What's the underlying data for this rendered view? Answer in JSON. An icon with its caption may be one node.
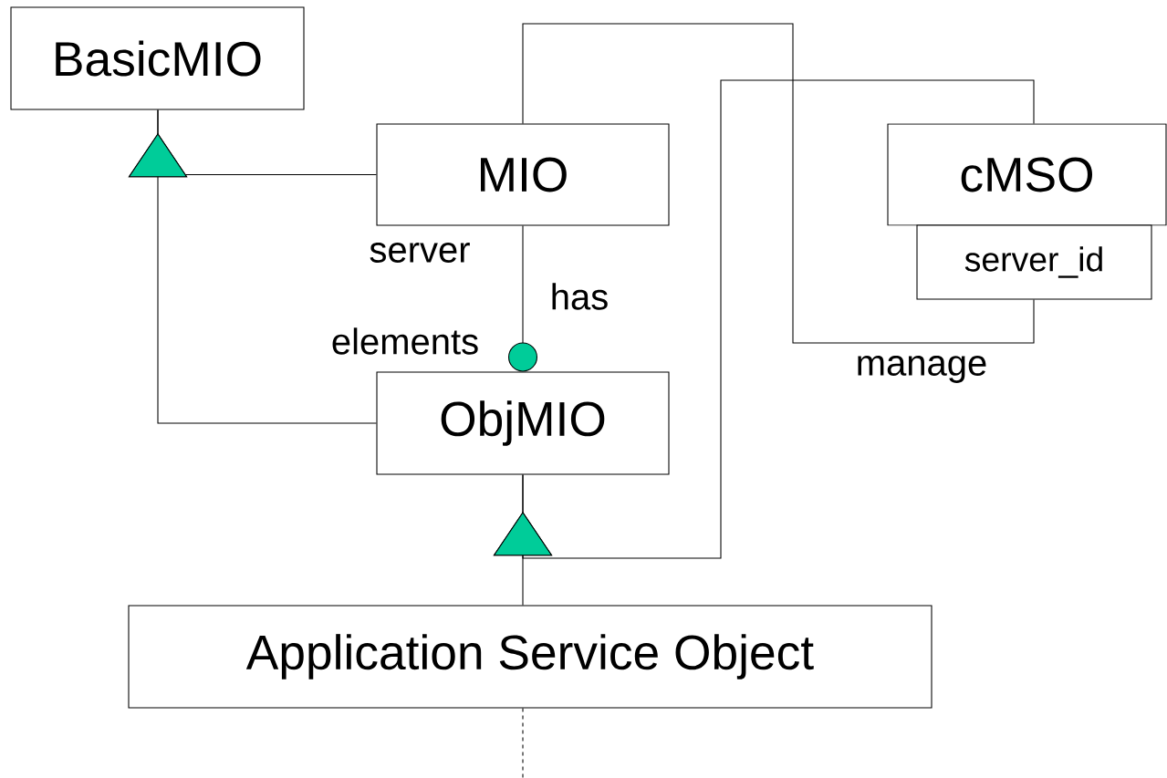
{
  "diagram": {
    "nodes": [
      {
        "text": [
          "BasicMIO"
        ]
      },
      {
        "text": [
          "MIO"
        ]
      },
      {
        "text": [
          "cMSO"
        ]
      },
      {
        "text": [
          "server_id"
        ]
      },
      {
        "text": [
          "ObjMIO"
        ]
      },
      {
        "text": [
          "Application Service Object"
        ]
      }
    ],
    "edges": [
      {
        "from": 1,
        "to": 0,
        "arrow": "to"
      },
      {
        "from": 4,
        "to": 0,
        "arrow": "to"
      },
      {
        "from": 1,
        "to": 4,
        "arrow": "other",
        "label": "has"
      },
      {
        "from": 5,
        "to": 4,
        "arrow": "to"
      },
      {
        "from": 2,
        "to": 4,
        "arrow": "to"
      },
      {
        "from": 1,
        "to": 3,
        "arrow": "none",
        "label": "manage"
      },
      {
        "from": 5,
        "to": null,
        "arrow": "none",
        "style": "dashed"
      }
    ],
    "labels": [
      "server",
      "elements"
    ]
  }
}
